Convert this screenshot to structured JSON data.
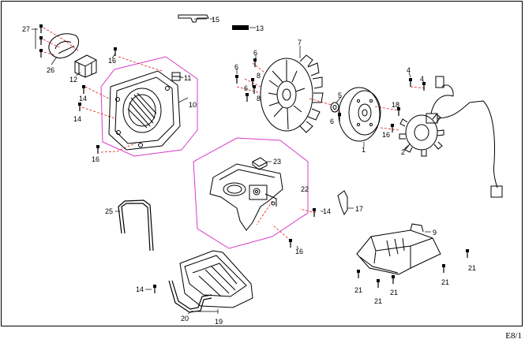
{
  "page_code": "E8/1",
  "callouts": [
    {
      "id": "c27",
      "text": "27"
    },
    {
      "id": "c26",
      "text": "26"
    },
    {
      "id": "c12",
      "text": "12"
    },
    {
      "id": "c16a",
      "text": "16"
    },
    {
      "id": "c14a",
      "text": "14"
    },
    {
      "id": "c14b",
      "text": "14"
    },
    {
      "id": "c16b",
      "text": "16"
    },
    {
      "id": "c11",
      "text": "11"
    },
    {
      "id": "c10",
      "text": "10"
    },
    {
      "id": "c15",
      "text": "15"
    },
    {
      "id": "c13",
      "text": "13"
    },
    {
      "id": "c6a",
      "text": "6"
    },
    {
      "id": "c6b",
      "text": "6"
    },
    {
      "id": "c8a",
      "text": "8"
    },
    {
      "id": "c6c",
      "text": "6"
    },
    {
      "id": "c8b",
      "text": "8"
    },
    {
      "id": "c7",
      "text": "7"
    },
    {
      "id": "c5",
      "text": "5"
    },
    {
      "id": "c6d",
      "text": "6"
    },
    {
      "id": "c1",
      "text": "1"
    },
    {
      "id": "c4a",
      "text": "4"
    },
    {
      "id": "c4b",
      "text": "4"
    },
    {
      "id": "c18",
      "text": "18"
    },
    {
      "id": "c16c",
      "text": "16"
    },
    {
      "id": "c2",
      "text": "2"
    },
    {
      "id": "c23",
      "text": "23"
    },
    {
      "id": "c22",
      "text": "22"
    },
    {
      "id": "c17",
      "text": "17"
    },
    {
      "id": "c25",
      "text": "25"
    },
    {
      "id": "c14c",
      "text": "14"
    },
    {
      "id": "c16d",
      "text": "16"
    },
    {
      "id": "c9",
      "text": "9"
    },
    {
      "id": "c21a",
      "text": "21"
    },
    {
      "id": "c21b",
      "text": "21"
    },
    {
      "id": "c21c",
      "text": "21"
    },
    {
      "id": "c21d",
      "text": "21"
    },
    {
      "id": "c21e",
      "text": "21"
    },
    {
      "id": "c14d",
      "text": "14"
    },
    {
      "id": "c20",
      "text": "20"
    },
    {
      "id": "c19",
      "text": "19"
    }
  ]
}
